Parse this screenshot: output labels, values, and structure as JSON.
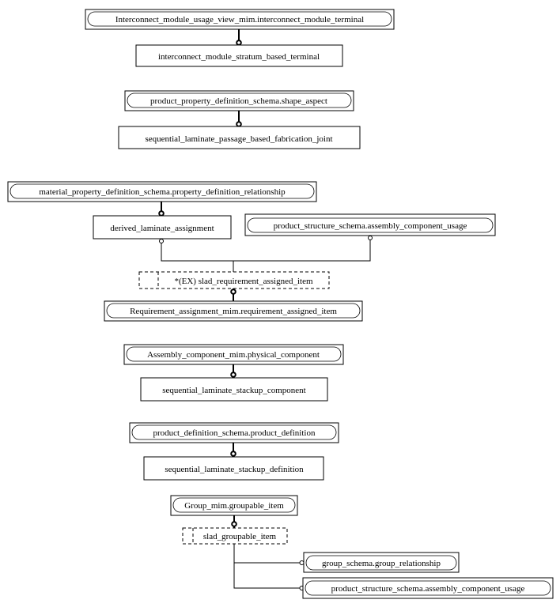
{
  "diagram": {
    "n1_interconnect_terminal_ref": "Interconnect_module_usage_view_mim.interconnect_module_terminal",
    "n2_stratum_based_terminal": "interconnect_module_stratum_based_terminal",
    "n3_shape_aspect_ref": "product_property_definition_schema.shape_aspect",
    "n4_passage_based_joint": "sequential_laminate_passage_based_fabrication_joint",
    "n5_property_definition_relationship_ref": "material_property_definition_schema.property_definition_relationship",
    "n6_derived_laminate_assignment": "derived_laminate_assignment",
    "n7_assembly_component_usage_ref": "product_structure_schema.assembly_component_usage",
    "n8_slad_requirement_assigned_item": "*(EX) slad_requirement_assigned_item",
    "n9_requirement_assigned_item_ref": "Requirement_assignment_mim.requirement_assigned_item",
    "n10_physical_component_ref": "Assembly_component_mim.physical_component",
    "n11_stackup_component": "sequential_laminate_stackup_component",
    "n12_product_definition_ref": "product_definition_schema.product_definition",
    "n13_stackup_definition": "sequential_laminate_stackup_definition",
    "n14_groupable_item_ref": "Group_mim.groupable_item",
    "n15_slad_groupable_item": "slad_groupable_item",
    "n16_group_relationship_ref": "group_schema.group_relationship",
    "n17_assembly_component_usage_ref_2": "product_structure_schema.assembly_component_usage"
  }
}
